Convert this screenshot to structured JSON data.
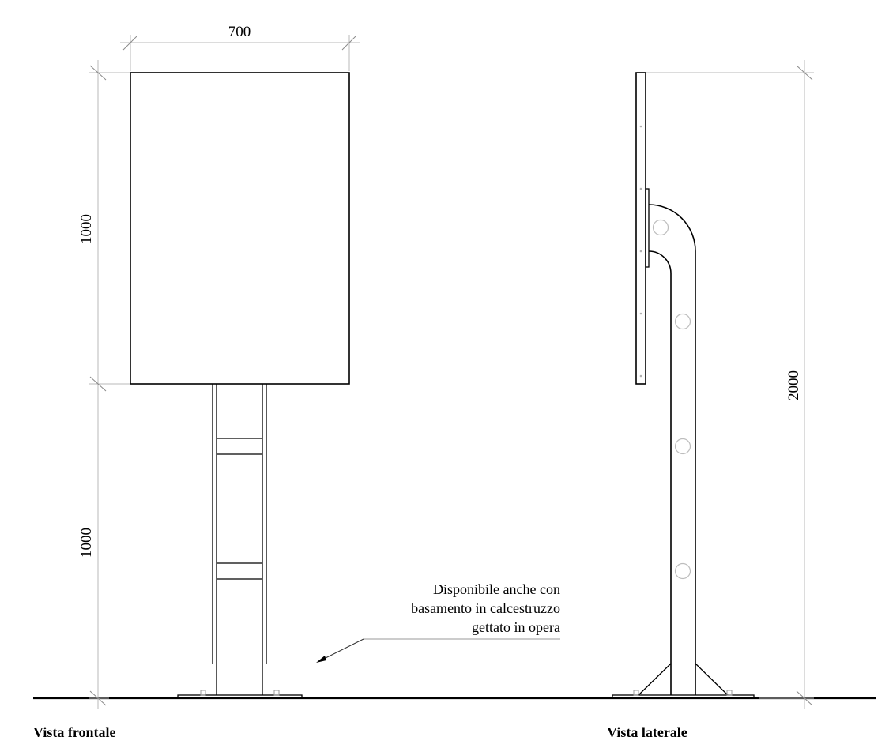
{
  "dimensions": {
    "panel_width": "700",
    "panel_height": "1000",
    "post_height": "1000",
    "total_height": "2000"
  },
  "note": {
    "line1": "Disponibile anche con",
    "line2": "basamento in calcestruzzo",
    "line3": "gettato in opera"
  },
  "captions": {
    "front": "Vista frontale",
    "side": "Vista laterale"
  }
}
